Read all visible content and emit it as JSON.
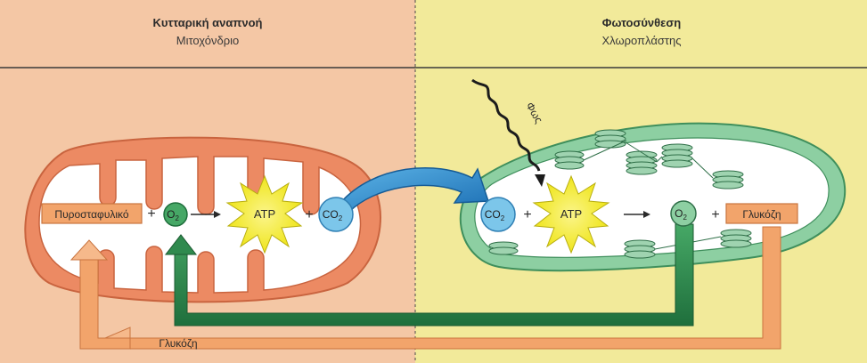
{
  "left_panel": {
    "title": "Κυτταρική αναπνοή",
    "subtitle": "Μιτοχόνδριο",
    "pyruvate_label": "Πυροσταφυλικό",
    "o2_main": "O",
    "o2_sub": "2",
    "atp_label": "ATP",
    "co2_main": "CO",
    "co2_sub": "2",
    "plus": "+",
    "background_color": "#f4c7a5"
  },
  "right_panel": {
    "title": "Φωτοσύνθεση",
    "subtitle": "Χλωροπλάστης",
    "light_label": "Φως",
    "co2_main": "CO",
    "co2_sub": "2",
    "atp_label": "ATP",
    "o2_main": "O",
    "o2_sub": "2",
    "glucose_label": "Γλυκόζη",
    "plus": "+",
    "background_color": "#f2ea9a"
  },
  "bottom": {
    "glucose_label": "Γλυκόζη"
  },
  "colors": {
    "orange_arrow": "#f2a46b",
    "green_arrow": "#2f8a4e",
    "chloroplast_green": "#8dcfa2",
    "mitochondrion_orange": "#ec8a63",
    "molecule_blue": "#7cc6ea",
    "atp_yellow": "#f4ef2f",
    "transfer_arrow_blue": "#2f89c8"
  }
}
